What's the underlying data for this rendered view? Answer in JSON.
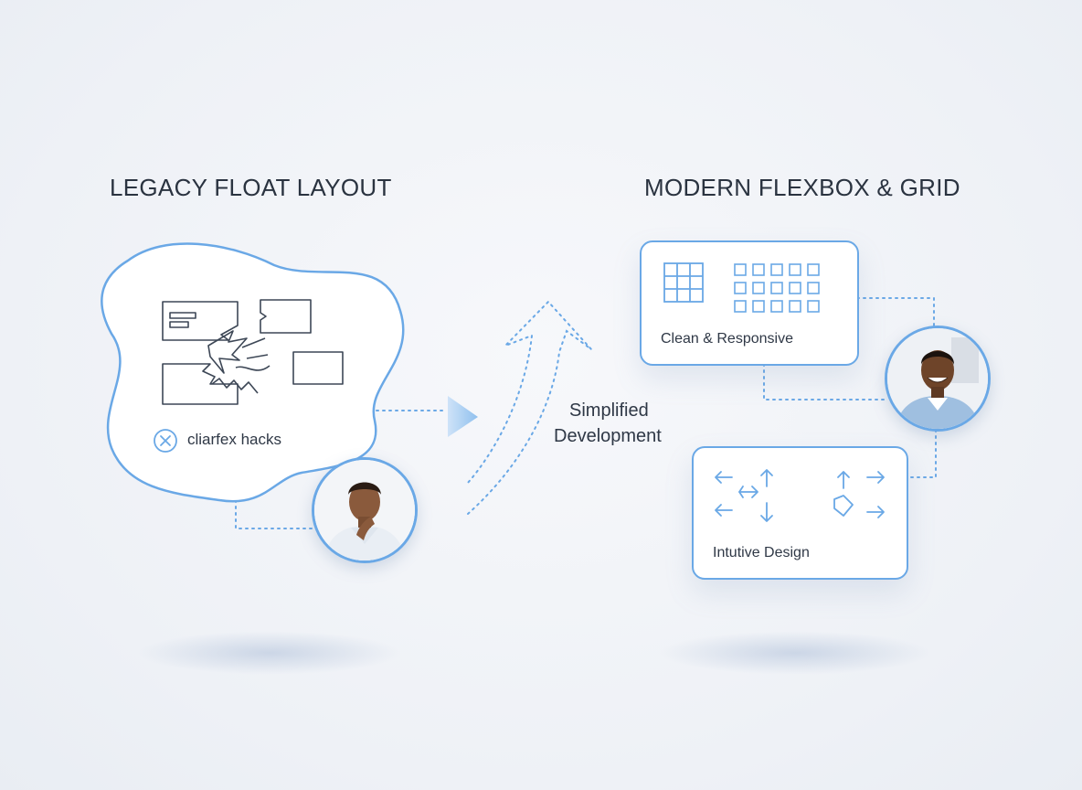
{
  "left": {
    "heading": "LEGACY FLOAT LAYOUT",
    "hack_label": "cliarfex hacks"
  },
  "middle": {
    "label_line1": "Simplified",
    "label_line2": "Development"
  },
  "right": {
    "heading": "MODERN FLEXBOX & GRID",
    "card1_label": "Clean & Responsive",
    "card2_label": "Intutive Design"
  },
  "colors": {
    "accent": "#6aa8e6",
    "line_art": "#3d4756",
    "background": "#eef1f6"
  }
}
